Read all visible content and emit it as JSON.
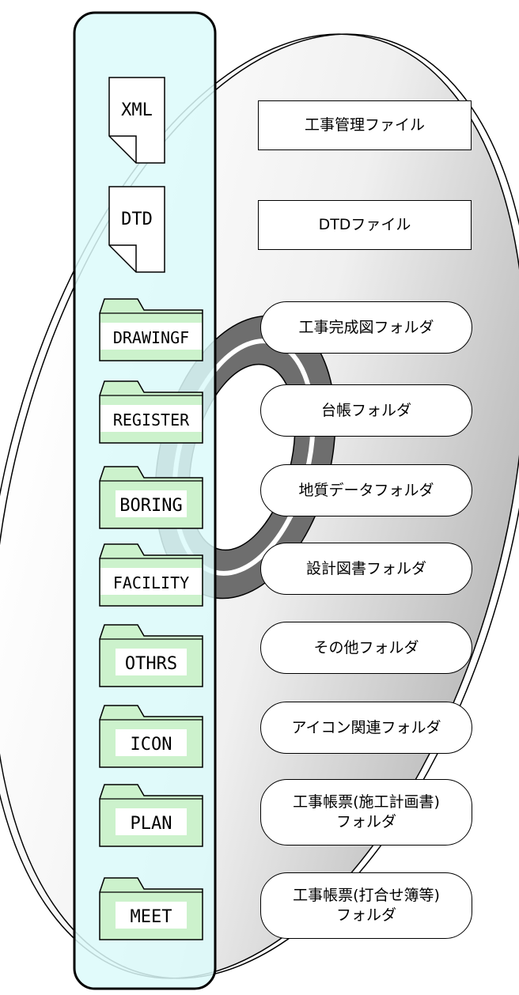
{
  "colors": {
    "panel_fill": "#dcfafa",
    "folder_fill": "#ccf2cc",
    "disc_fill": "#f2f2f2",
    "ring_dark": "#6e6e6e"
  },
  "files": [
    {
      "name": "XML",
      "icon": "document-icon"
    },
    {
      "name": "DTD",
      "icon": "document-icon"
    }
  ],
  "folders": [
    {
      "name": "DRAWINGF",
      "icon": "folder-icon"
    },
    {
      "name": "REGISTER",
      "icon": "folder-icon"
    },
    {
      "name": "BORING",
      "icon": "folder-icon"
    },
    {
      "name": "FACILITY",
      "icon": "folder-icon"
    },
    {
      "name": "OTHRS",
      "icon": "folder-icon"
    },
    {
      "name": "ICON",
      "icon": "folder-icon"
    },
    {
      "name": "PLAN",
      "icon": "folder-icon"
    },
    {
      "name": "MEET",
      "icon": "folder-icon"
    }
  ],
  "labels": [
    {
      "text": "工事管理ファイル"
    },
    {
      "text": "DTDファイル"
    },
    {
      "text": "工事完成図フォルダ"
    },
    {
      "text": "台帳フォルダ"
    },
    {
      "text": "地質データフォルダ"
    },
    {
      "text": "設計図書フォルダ"
    },
    {
      "text": "その他フォルダ"
    },
    {
      "text": "アイコン関連フォルダ"
    },
    {
      "text": "工事帳票(施工計画書)\nフォルダ"
    },
    {
      "text": "工事帳票(打合せ簿等)\nフォルダ"
    }
  ]
}
